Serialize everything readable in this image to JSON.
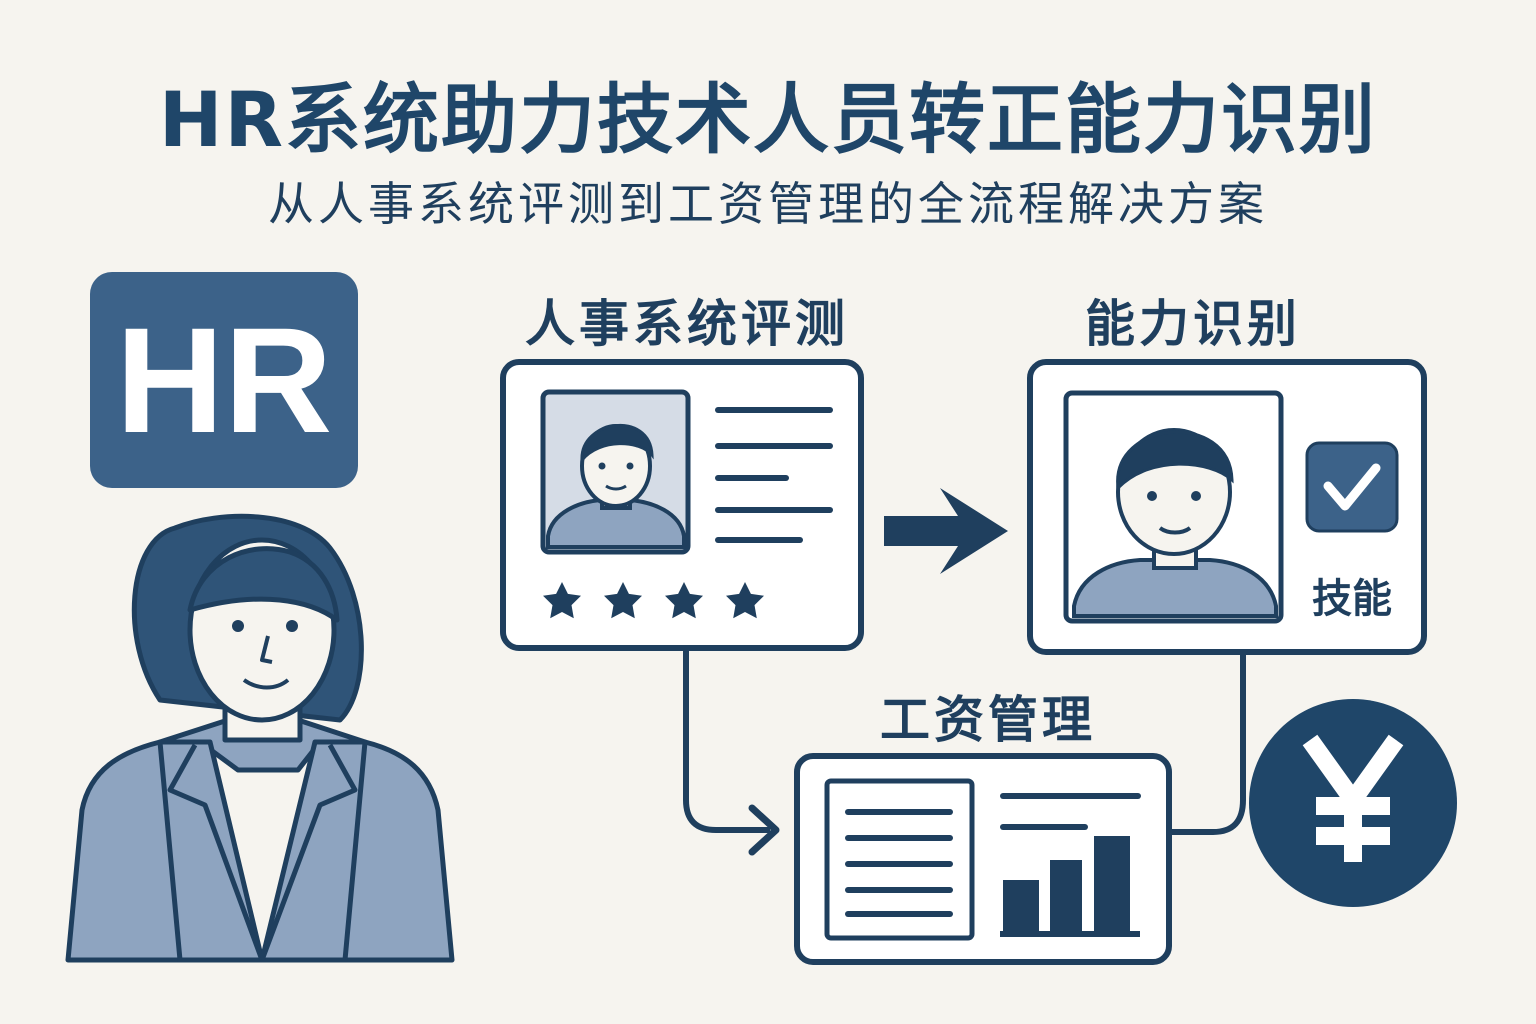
{
  "title": "HR系统助力技术人员转正能力识别",
  "subtitle": "从人事系统评测到工资管理的全流程解决方案",
  "badge": "HR",
  "steps": {
    "evaluation": {
      "label": "人事系统评测",
      "rating": 4
    },
    "ability": {
      "label": "能力识别",
      "skill_label": "技能"
    },
    "salary": {
      "label": "工资管理"
    }
  },
  "icons": [
    "person-avatar-icon",
    "star-icon",
    "arrow-right-icon",
    "checkbox-icon",
    "document-icon",
    "bar-chart-icon",
    "yen-icon",
    "hr-woman-icon"
  ],
  "colors": {
    "primary": "#1f3f5e",
    "accent": "#3c6289",
    "light": "#8ea4c0",
    "background": "#f6f4ef"
  }
}
